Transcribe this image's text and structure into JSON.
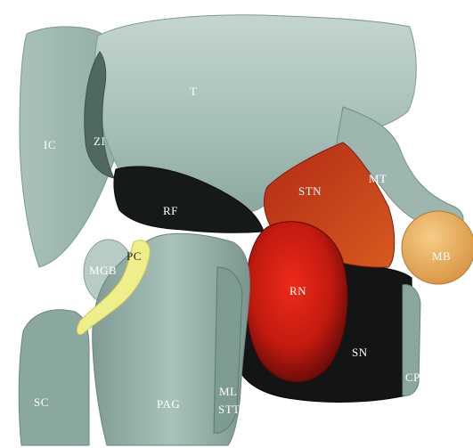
{
  "labels": {
    "T": "T",
    "IC": "IC",
    "ZI": "ZI",
    "RF": "RF",
    "STN": "STN",
    "MT": "MT",
    "MB": "MB",
    "RN": "RN",
    "MGB": "MGB",
    "PC": "PC",
    "SN": "SN",
    "CP": "CP",
    "SC": "SC",
    "PAG": "PAG",
    "ML": "ML",
    "STT": "STT"
  },
  "colors": {
    "gray_green": "#9fb9b2",
    "gray_green_light": "#b9ccc6",
    "gray_green_dark": "#5f7a73",
    "dark": "#101312",
    "red": "#c41a10",
    "red_dark": "#6e0c08",
    "orange": "#d3461c",
    "mammillary": "#e9b064",
    "yellow": "#eeee8a"
  }
}
